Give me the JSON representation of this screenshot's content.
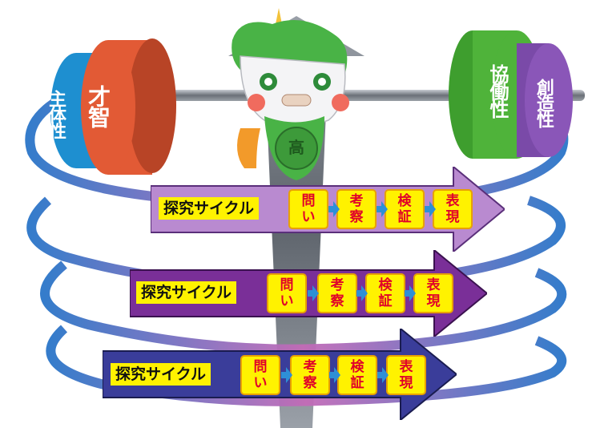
{
  "weights": {
    "left_outer": "主体性",
    "left_inner": "才智",
    "right_inner": "協働性",
    "right_outer": "創造性"
  },
  "mascot": {
    "badge": "高"
  },
  "cycles": [
    {
      "label": "探究サイクル",
      "steps": [
        [
          "問",
          "い"
        ],
        [
          "考",
          "察"
        ],
        [
          "検",
          "証"
        ],
        [
          "表",
          "現"
        ]
      ]
    },
    {
      "label": "探究サイクル",
      "steps": [
        [
          "問",
          "い"
        ],
        [
          "考",
          "察"
        ],
        [
          "検",
          "証"
        ],
        [
          "表",
          "現"
        ]
      ]
    },
    {
      "label": "探究サイクル",
      "steps": [
        [
          "問",
          "い"
        ],
        [
          "考",
          "察"
        ],
        [
          "検",
          "証"
        ],
        [
          "表",
          "現"
        ]
      ]
    }
  ],
  "colors": {
    "cycle_1": "#b98ad0",
    "cycle_2": "#7a2f98",
    "cycle_3": "#3a3d9a",
    "label_bg": "#fff200",
    "step_text": "#e0002a",
    "connector": "#2e8fd6"
  }
}
